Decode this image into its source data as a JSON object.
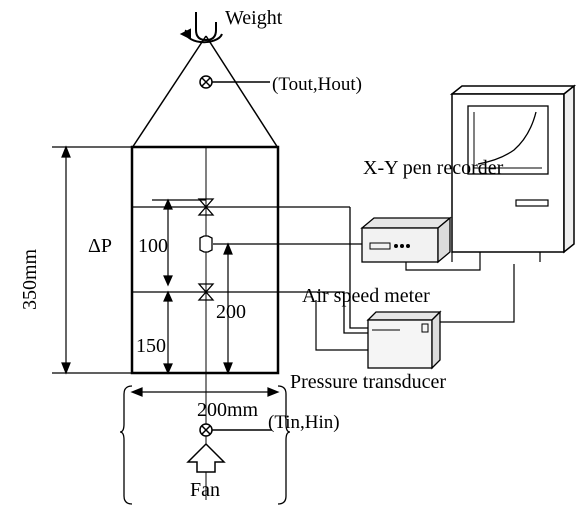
{
  "labels": {
    "weight": "Weight",
    "outlet": "(Tout,Hout)",
    "recorder": "X-Y pen recorder",
    "overall_height": "350mm",
    "delta_p": "ΔP",
    "upper_spacing": "100",
    "lower_spacing": "150",
    "sensor_height": "200",
    "air_speed_meter": "Air speed meter",
    "pressure_transducer": "Pressure transducer",
    "width": "200mm",
    "inlet": "(Tin,Hin)",
    "fan": "Fan"
  },
  "colors": {
    "line": "#000000",
    "device_fill": "#f2f2f2",
    "dots": "#888888"
  }
}
